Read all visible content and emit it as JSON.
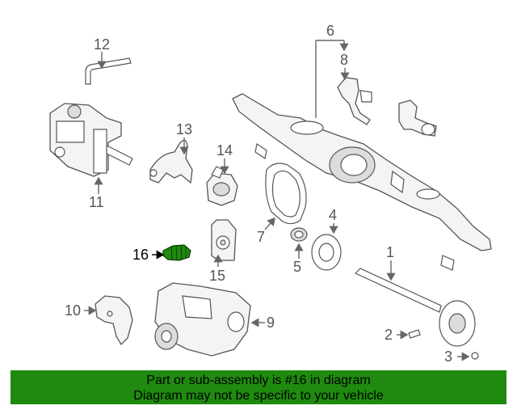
{
  "callouts": {
    "c1": "1",
    "c2": "2",
    "c3": "3",
    "c4": "4",
    "c5": "5",
    "c6": "6",
    "c7": "7",
    "c8": "8",
    "c9": "9",
    "c10": "10",
    "c11": "11",
    "c12": "12",
    "c13": "13",
    "c14": "14",
    "c15": "15",
    "c16": "16"
  },
  "highlight": {
    "part": "16",
    "color": "#1f8a0f"
  },
  "banner": {
    "line1": "Part or sub-assembly is #16 in diagram",
    "line2": "Diagram may not be specific to your vehicle",
    "bg_color": "#1f8a0f"
  }
}
